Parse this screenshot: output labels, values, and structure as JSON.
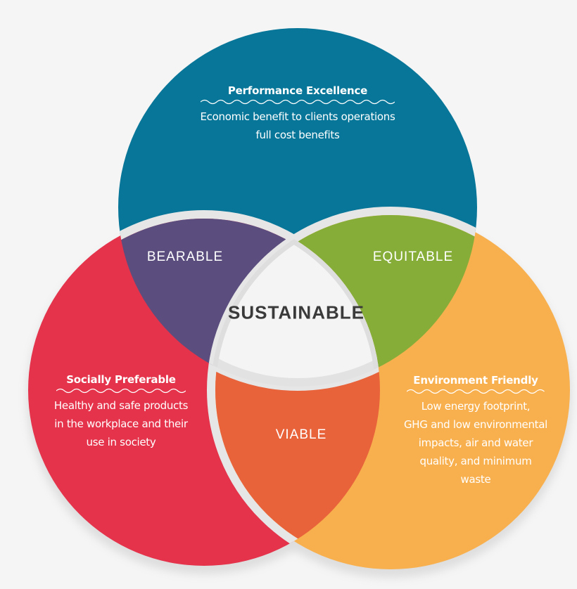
{
  "diagram": {
    "type": "venn-3-circle",
    "background": "#f5f5f5",
    "center": {
      "label": "SUSTAINABLE",
      "color": "#f4f4f4",
      "text_color": "#3a3a3a"
    },
    "circles": [
      {
        "id": "top",
        "heading": "Performance Excellence",
        "body_lines": [
          "Economic benefit to clients operations",
          "full cost benefits"
        ],
        "color": "#077698"
      },
      {
        "id": "left",
        "heading": "Socially Preferable",
        "body_lines": [
          "Healthy and safe products",
          "in the workplace and their",
          "use in society"
        ],
        "color": "#e4334b"
      },
      {
        "id": "right",
        "heading": "Environment Friendly",
        "body_lines": [
          "Low energy footprint,",
          "GHG and low environmental",
          "impacts, air and water",
          "quality, and minimum",
          "waste"
        ],
        "color": "#f8b04e"
      }
    ],
    "overlaps": [
      {
        "id": "top-left",
        "label": "BEARABLE",
        "color": "#5b4e7e"
      },
      {
        "id": "top-right",
        "label": "EQUITABLE",
        "color": "#86ad38"
      },
      {
        "id": "left-right",
        "label": "VIABLE",
        "color": "#e8623a"
      }
    ]
  }
}
